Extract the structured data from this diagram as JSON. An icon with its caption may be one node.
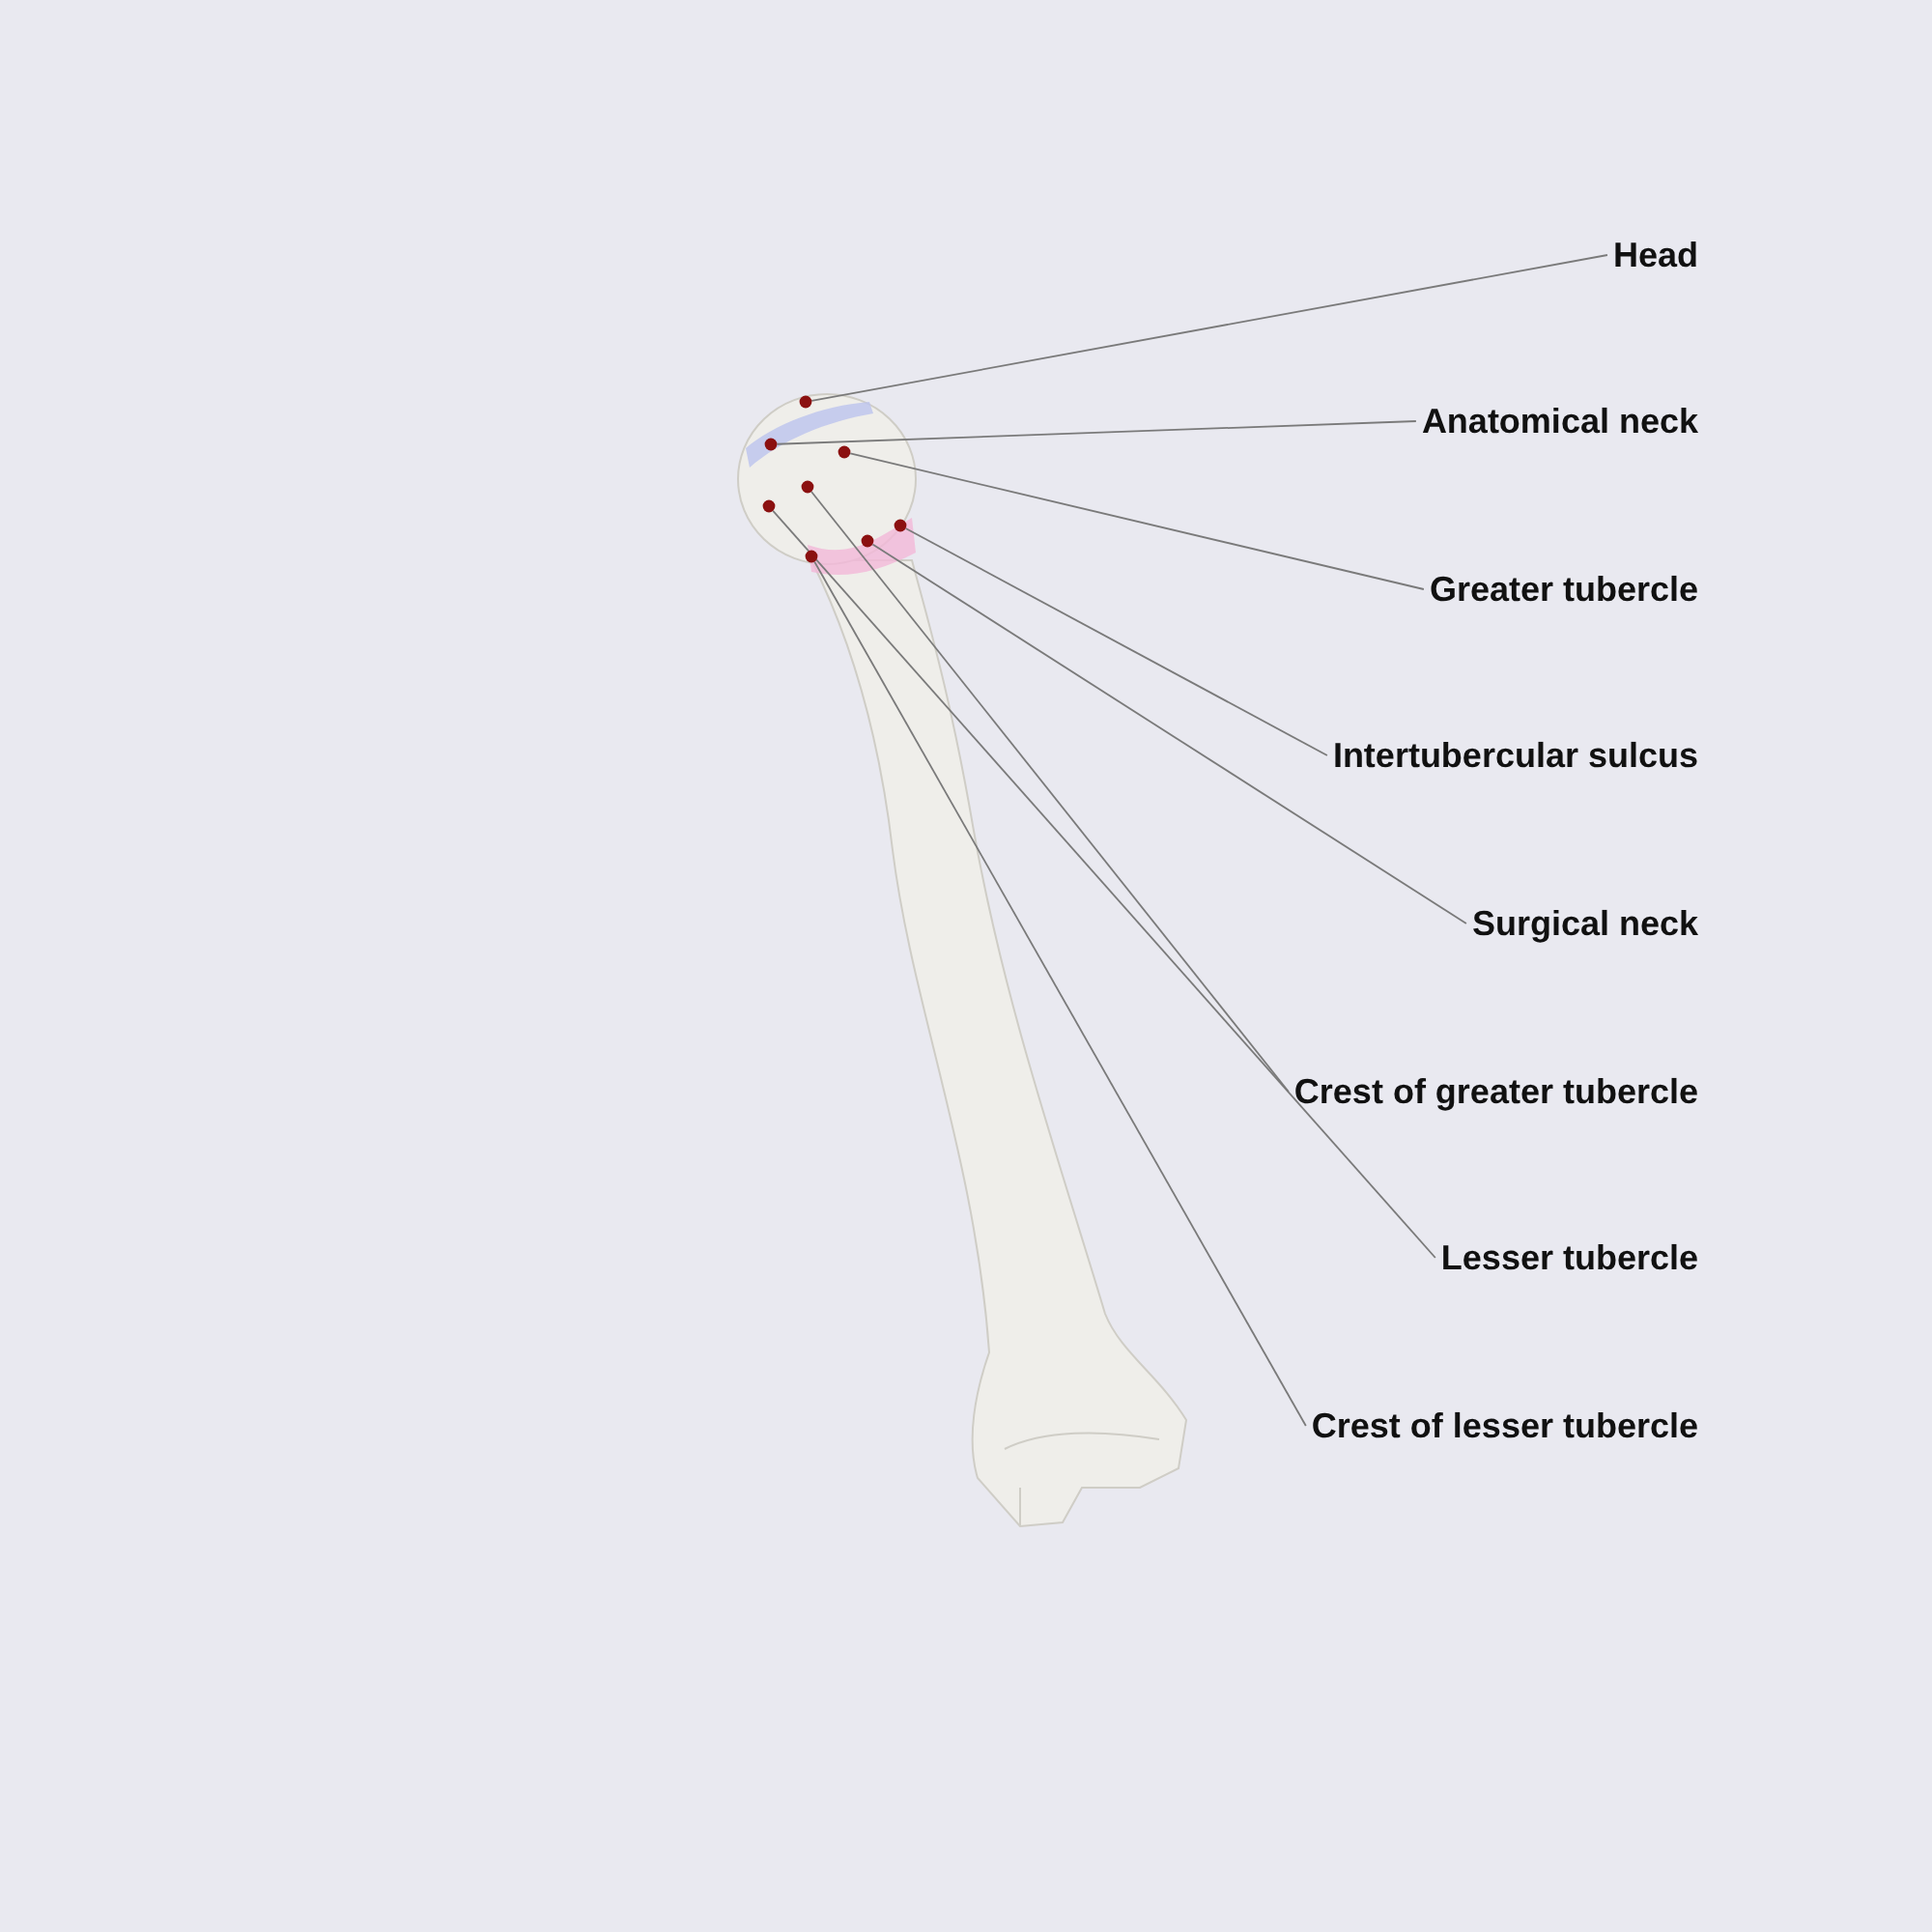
{
  "diagram": {
    "nodes": [
      {
        "text": [
          "Head"
        ]
      },
      {
        "text": [
          "Anatomical neck"
        ]
      },
      {
        "text": [
          "Greater tubercle"
        ]
      },
      {
        "text": [
          "Intertubercular sulcus"
        ]
      },
      {
        "text": [
          "Surgical neck"
        ]
      },
      {
        "text": [
          "Crest of greater tubercle"
        ]
      },
      {
        "text": [
          "Lesser tubercle"
        ]
      },
      {
        "text": [
          "Crest of lesser tubercle"
        ]
      },
      {
        "text": [],
        "shape": "circle"
      },
      {
        "text": [],
        "shape": "circle"
      },
      {
        "text": [],
        "shape": "circle"
      },
      {
        "text": [],
        "shape": "circle"
      },
      {
        "text": [],
        "shape": "circle"
      },
      {
        "text": [],
        "shape": "circle"
      },
      {
        "text": [],
        "shape": "circle"
      },
      {
        "text": [],
        "shape": "circle"
      }
    ],
    "edges": [
      {
        "from": 0,
        "to": 8,
        "arrow": "none"
      },
      {
        "from": 1,
        "to": 9,
        "arrow": "none"
      },
      {
        "from": 2,
        "to": 10,
        "arrow": "none"
      },
      {
        "from": 3,
        "to": 11,
        "arrow": "none"
      },
      {
        "from": 4,
        "to": 12,
        "arrow": "none"
      },
      {
        "from": 5,
        "to": 13,
        "arrow": "none"
      },
      {
        "from": 6,
        "to": 14,
        "arrow": "none"
      },
      {
        "from": 7,
        "to": 15,
        "arrow": "none"
      }
    ]
  }
}
